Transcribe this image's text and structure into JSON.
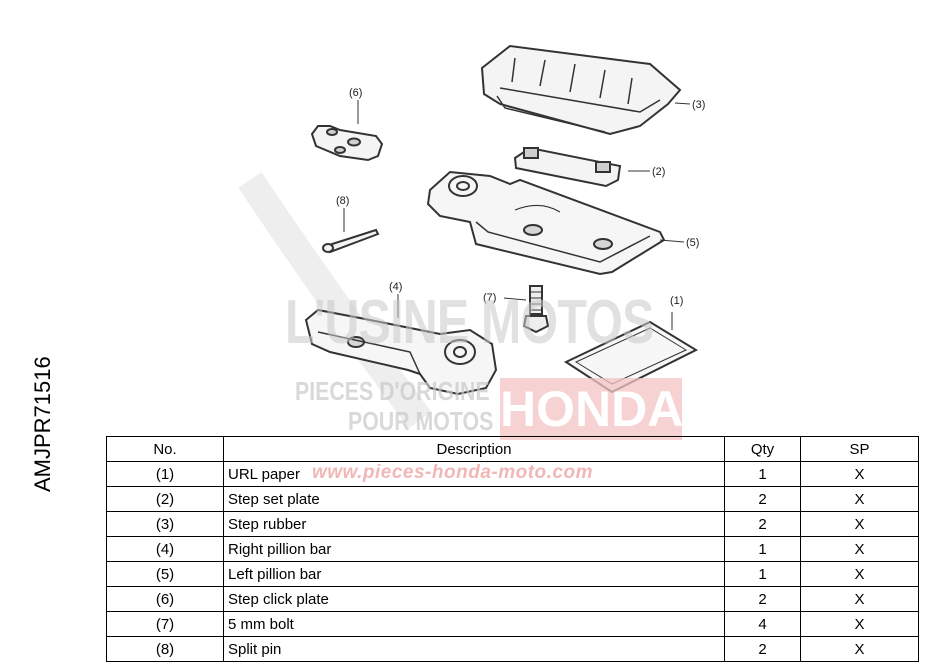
{
  "side_code": "AMJPR71516",
  "callouts": [
    "(1)",
    "(2)",
    "(3)",
    "(4)",
    "(5)",
    "(6)",
    "(7)",
    "(8)"
  ],
  "watermark": {
    "title": "L'USINE MOTOS",
    "sub1": "PIECES D'ORIGINE",
    "sub2": "POUR MOTOS",
    "brand": "HONDA",
    "url": "www.pieces-honda-moto.com"
  },
  "table": {
    "headers": {
      "no": "No.",
      "desc": "Description",
      "qty": "Qty",
      "sp": "SP"
    },
    "rows": [
      {
        "no": "(1)",
        "desc": "URL paper",
        "qty": "1",
        "sp": "X"
      },
      {
        "no": "(2)",
        "desc": "Step set plate",
        "qty": "2",
        "sp": "X"
      },
      {
        "no": "(3)",
        "desc": "Step rubber",
        "qty": "2",
        "sp": "X"
      },
      {
        "no": "(4)",
        "desc": "Right pillion bar",
        "qty": "1",
        "sp": "X"
      },
      {
        "no": "(5)",
        "desc": "Left pillion bar",
        "qty": "1",
        "sp": "X"
      },
      {
        "no": "(6)",
        "desc": "Step click plate",
        "qty": "2",
        "sp": "X"
      },
      {
        "no": "(7)",
        "desc": "5 mm bolt",
        "qty": "4",
        "sp": "X"
      },
      {
        "no": "(8)",
        "desc": "Split pin",
        "qty": "2",
        "sp": "X"
      }
    ]
  }
}
